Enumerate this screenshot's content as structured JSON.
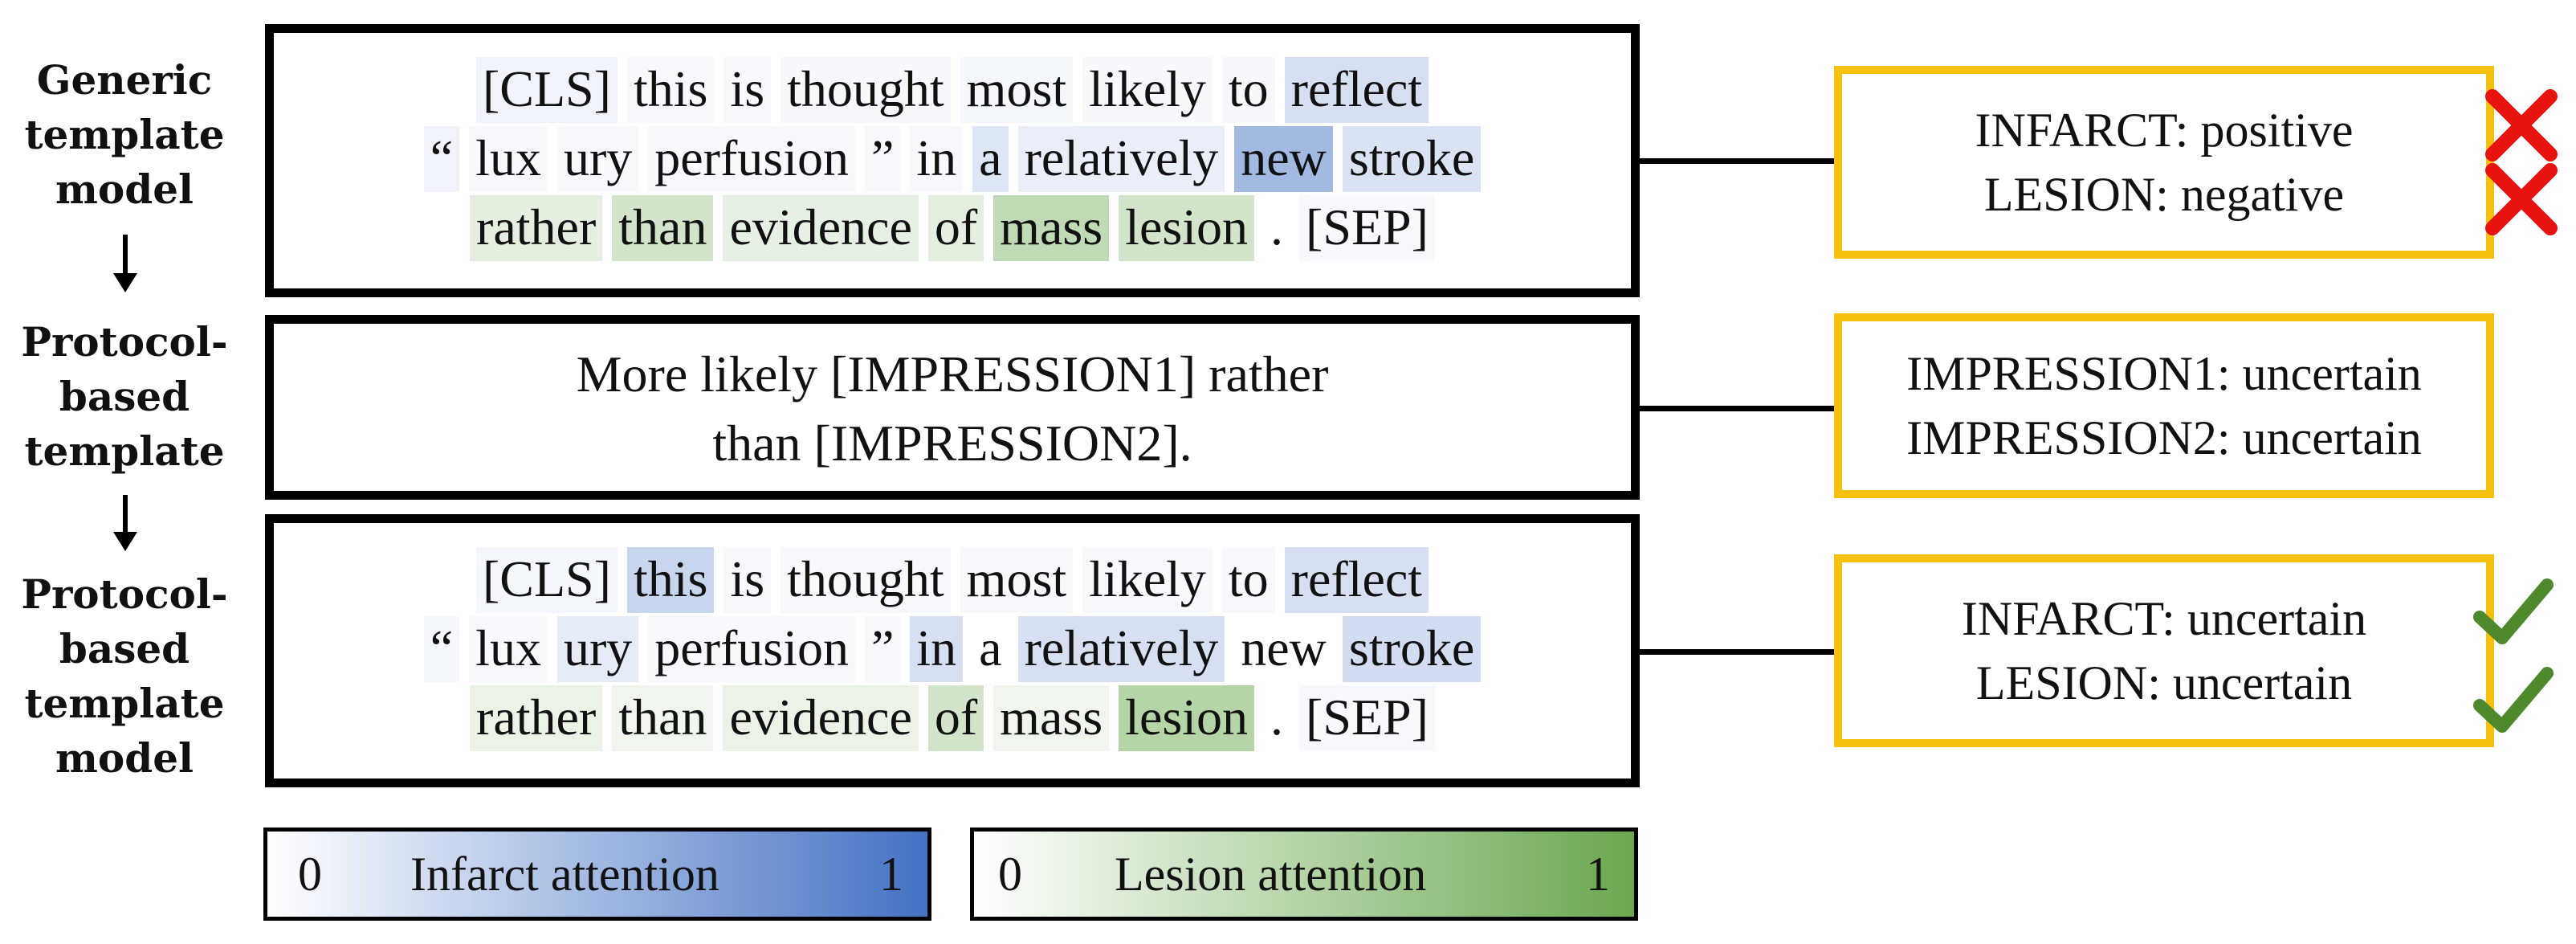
{
  "side_labels": {
    "generic": [
      "Generic",
      "template",
      "model"
    ],
    "protocol_template": [
      "Protocol-",
      "based",
      "template"
    ],
    "protocol_model": [
      "Protocol-",
      "based",
      "template",
      "model"
    ]
  },
  "generic_model": {
    "lines": [
      [
        {
          "t": "[CLS]",
          "i": 0.08,
          "l": 0
        },
        {
          "t": "this",
          "i": 0.04,
          "l": 0
        },
        {
          "t": "is",
          "i": 0.04,
          "l": 0
        },
        {
          "t": "thought",
          "i": 0.05,
          "l": 0
        },
        {
          "t": "most",
          "i": 0.06,
          "l": 0
        },
        {
          "t": "likely",
          "i": 0.05,
          "l": 0
        },
        {
          "t": "to",
          "i": 0.05,
          "l": 0
        },
        {
          "t": "reflect",
          "i": 0.22,
          "l": 0
        }
      ],
      [
        {
          "t": "“",
          "i": 0.08,
          "l": 0
        },
        {
          "t": "lux",
          "i": 0.04,
          "l": 0
        },
        {
          "t": "ury",
          "i": 0.04,
          "l": 0
        },
        {
          "t": "perfusion",
          "i": 0.04,
          "l": 0
        },
        {
          "t": "”",
          "i": 0.04,
          "l": 0
        },
        {
          "t": "in",
          "i": 0.04,
          "l": 0
        },
        {
          "t": "a",
          "i": 0.18,
          "l": 0
        },
        {
          "t": "relatively",
          "i": 0.12,
          "l": 0
        },
        {
          "t": "new",
          "i": 0.5,
          "l": 0
        },
        {
          "t": "stroke",
          "i": 0.2,
          "l": 0
        }
      ],
      [
        {
          "t": "rather",
          "i": 0,
          "l": 0.18
        },
        {
          "t": "than",
          "i": 0,
          "l": 0.3
        },
        {
          "t": "evidence",
          "i": 0,
          "l": 0.16
        },
        {
          "t": "of",
          "i": 0,
          "l": 0.18
        },
        {
          "t": "mass",
          "i": 0,
          "l": 0.42
        },
        {
          "t": "lesion",
          "i": 0,
          "l": 0.3
        },
        {
          "t": ".",
          "i": 0,
          "l": 0
        },
        {
          "t": "[SEP]",
          "i": 0.04,
          "l": 0
        }
      ]
    ]
  },
  "protocol_template": {
    "lines": [
      "More likely [IMPRESSION1] rather",
      "than [IMPRESSION2]."
    ]
  },
  "protocol_model": {
    "lines": [
      [
        {
          "t": "[CLS]",
          "i": 0.06,
          "l": 0
        },
        {
          "t": "this",
          "i": 0.3,
          "l": 0
        },
        {
          "t": "is",
          "i": 0.04,
          "l": 0
        },
        {
          "t": "thought",
          "i": 0.04,
          "l": 0
        },
        {
          "t": "most",
          "i": 0.04,
          "l": 0
        },
        {
          "t": "likely",
          "i": 0.04,
          "l": 0
        },
        {
          "t": "to",
          "i": 0.04,
          "l": 0
        },
        {
          "t": "reflect",
          "i": 0.22,
          "l": 0
        }
      ],
      [
        {
          "t": "“",
          "i": 0.06,
          "l": 0
        },
        {
          "t": "lux",
          "i": 0.04,
          "l": 0
        },
        {
          "t": "ury",
          "i": 0.14,
          "l": 0
        },
        {
          "t": "perfusion",
          "i": 0.04,
          "l": 0
        },
        {
          "t": "”",
          "i": 0.04,
          "l": 0
        },
        {
          "t": "in",
          "i": 0.22,
          "l": 0
        },
        {
          "t": "a",
          "i": 0,
          "l": 0
        },
        {
          "t": "relatively",
          "i": 0.22,
          "l": 0
        },
        {
          "t": "new",
          "i": 0,
          "l": 0
        },
        {
          "t": "stroke",
          "i": 0.24,
          "l": 0
        }
      ],
      [
        {
          "t": "rather",
          "i": 0,
          "l": 0.14
        },
        {
          "t": "than",
          "i": 0,
          "l": 0.1
        },
        {
          "t": "evidence",
          "i": 0,
          "l": 0.14
        },
        {
          "t": "of",
          "i": 0,
          "l": 0.3
        },
        {
          "t": "mass",
          "i": 0,
          "l": 0.1
        },
        {
          "t": "lesion",
          "i": 0,
          "l": 0.5
        },
        {
          "t": ".",
          "i": 0,
          "l": 0
        },
        {
          "t": "[SEP]",
          "i": 0.04,
          "l": 0
        }
      ]
    ]
  },
  "outputs": {
    "generic": [
      "INFARCT: positive",
      "LESION: negative"
    ],
    "template": [
      "IMPRESSION1: uncertain",
      "IMPRESSION2: uncertain"
    ],
    "protocol": [
      "INFARCT: uncertain",
      "LESION: uncertain"
    ]
  },
  "legend": {
    "infarct": {
      "min": "0",
      "label": "Infarct attention",
      "max": "1"
    },
    "lesion": {
      "min": "0",
      "label": "Lesion attention",
      "max": "1"
    }
  },
  "colors": {
    "infarct": "#4472C4",
    "lesion": "#6AA84F",
    "output_border": "#F5C00E",
    "wrong": "#E8130F",
    "correct": "#4E8A2C"
  }
}
